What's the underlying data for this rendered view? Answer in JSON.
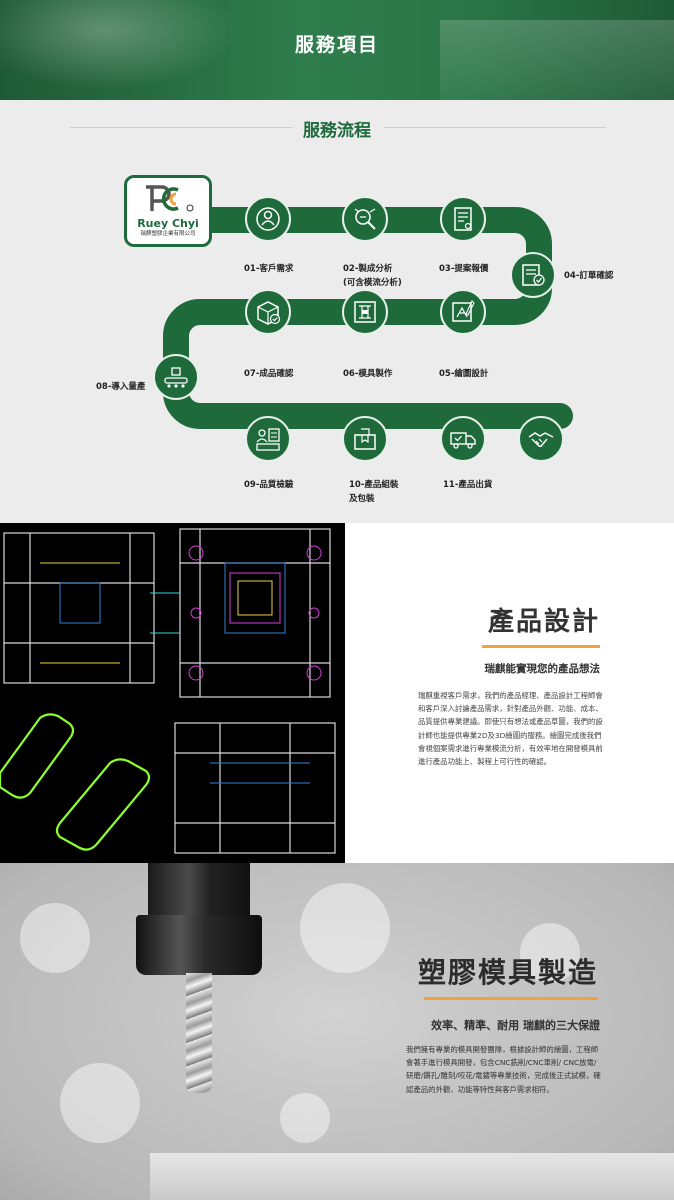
{
  "banner": {
    "title": "服務項目"
  },
  "process": {
    "title": "服務流程",
    "logo": {
      "name": "Ruey Chyi",
      "subtitle": "瑞麒塑膠企業有限公司"
    },
    "steps": [
      {
        "id": "01",
        "label": "01-客戶需求",
        "icon": "user-shield-icon"
      },
      {
        "id": "02",
        "label": "02-製成分析",
        "label2": "(可含模流分析)",
        "icon": "analysis-magnifier-icon"
      },
      {
        "id": "03",
        "label": "03-提案報價",
        "icon": "quotation-document-icon"
      },
      {
        "id": "04",
        "label": "04-訂單確認",
        "icon": "order-check-icon"
      },
      {
        "id": "05",
        "label": "05-繪圖設計",
        "icon": "drawing-design-icon"
      },
      {
        "id": "06",
        "label": "06-模具製作",
        "icon": "mold-machine-icon"
      },
      {
        "id": "07",
        "label": "07-成品確認",
        "icon": "product-box-check-icon"
      },
      {
        "id": "08",
        "label": "08-導入量產",
        "icon": "conveyor-production-icon"
      },
      {
        "id": "09",
        "label": "09-品質檢驗",
        "icon": "quality-inspection-icon"
      },
      {
        "id": "10",
        "label": "10-產品組裝",
        "label2": "及包裝",
        "icon": "package-assembly-icon"
      },
      {
        "id": "11",
        "label": "11-產品出貨",
        "icon": "delivery-truck-icon"
      },
      {
        "id": "12",
        "label": "",
        "icon": "handshake-icon"
      }
    ]
  },
  "design": {
    "title": "產品設計",
    "subtitle": "瑞麒能實現您的產品想法",
    "body": "瑞麒重視客戶需求，我們的產品經理、產品設計工程師會和客戶深入討論產品需求，針對產品外觀、功能、成本、品質提供專業建議。即使只有想法或產品草圖，我們的設計師也能提供專業2D及3D繪圖的服務。繪圖完成後我們會視個案需求進行專業模流分析，有效率地在開發模具前進行產品功能上、製程上可行性的確認。"
  },
  "mold": {
    "title": "塑膠模具製造",
    "subtitle": "效率、精準、耐用 瑞麒的三大保證",
    "body": "我們擁有專業的模具開發團隊，根據設計師的繪圖，工程師會著手進行模具開發，包含CNC銑削/CNC車削/ CNC放電/研磨/鑽孔/雕刻/咬花/電鍍等專業技術，完成後正式試模，確認產品的外觀、功能等特性與客戶需求相符。"
  },
  "colors": {
    "brand_green": "#1f6a3b",
    "accent_orange": "#f2a23a",
    "background_gray": "#ececec"
  }
}
